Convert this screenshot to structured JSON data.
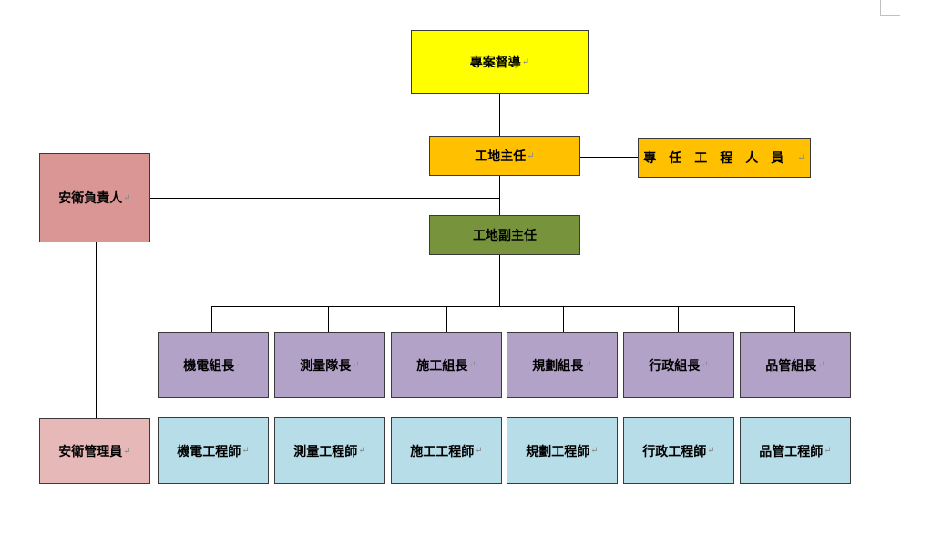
{
  "colors": {
    "yellow": "#ffff00",
    "orange": "#ffc000",
    "green": "#77933c",
    "rose": "#d99694",
    "pink": "#e6b9b8",
    "purple": "#b3a2c7",
    "cyan": "#b7dde8"
  },
  "paragraph_mark": "↵",
  "nodes": {
    "supervisor": "專案督導",
    "site_director": "工地主任",
    "dedicated_engineer": "專任工程人員",
    "safety_head": "安衛負責人",
    "deputy_director": "工地副主任",
    "safety_officer": "安衛管理員",
    "leaders": [
      "機電組長",
      "測量隊長",
      "施工組長",
      "規劃組長",
      "行政組長",
      "品管組長"
    ],
    "engineers": [
      "機電工程師",
      "測量工程師",
      "施工工程師",
      "規劃工程師",
      "行政工程師",
      "品管工程師"
    ]
  }
}
